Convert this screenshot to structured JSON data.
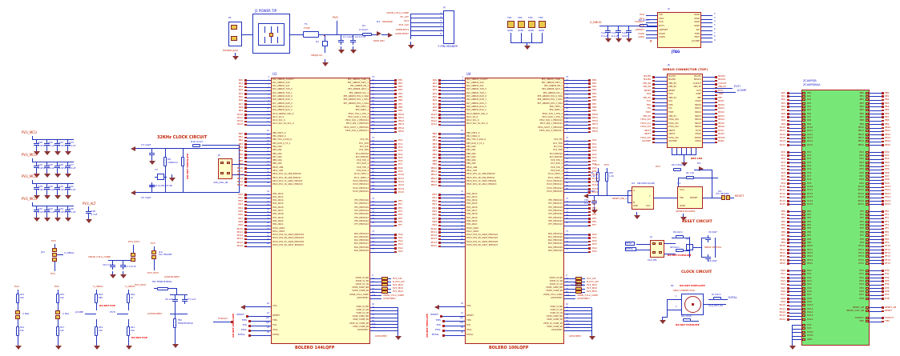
{
  "colors": {
    "wire_blue": "#2233bb",
    "component_red": "#aa2222",
    "ic_fill": "#ffffc8",
    "socket_green": "#77e877",
    "net_label_red": "#c22000",
    "text_blue": "#1111cc",
    "pin_text_maroon": "#7a1515",
    "gnd_brown": "#8b3333",
    "dnp_red": "#ee0000"
  },
  "power_input": {
    "p1_ref": "P1",
    "p1_label": "POWER JACK",
    "j1_ref": "J1",
    "j1_label": "POWER TIP",
    "fuse_ref": "F1",
    "fuse_label": "FUSE",
    "d1_ref": "D1",
    "d1_part": "SMAJ5.0A",
    "net_pv5": "PV5",
    "c1_ref": "C1",
    "c1_val": "10uF",
    "c2_ref": "C2",
    "c2_val": "0.1uF",
    "r1_ref": "R1",
    "r1_val": "0.0ohm",
    "d2_ref": "D2",
    "d2_color": "ORANGE",
    "d2_label": "PWR LED"
  },
  "header_j2": {
    "ref": "J2",
    "label": "7-PIN HEADER",
    "nets": [
      "VDDR_CTLA_CORE",
      "PV_ALT",
      "PV3",
      "PV3_ALT",
      "VDDR3PV3",
      "AVDD3PPLY"
    ]
  },
  "testpoints": {
    "refs": [
      "TP1",
      "TP2",
      "TP3",
      "TP4"
    ],
    "nets": [
      "GND",
      "GND",
      "GND",
      "GND"
    ]
  },
  "jtag": {
    "net": "V_DBUG",
    "caps": [
      [
        "C12",
        "0.1uF"
      ],
      [
        "C13",
        "0.1uF"
      ],
      [
        "C14",
        "10uF"
      ]
    ],
    "r2_ref": "R2",
    "r2_val": "0ohm",
    "ref": "J3",
    "label": "JTAG",
    "left_nets": [
      "PC0",
      "PC1",
      "TCKOUT",
      "EVTI",
      "uRESET",
      "VSUP",
      "uSDS",
      ""
    ],
    "left_pins": [
      "TDI",
      "TDO",
      "TCK",
      "EVTI",
      "uRESET",
      "VSUP",
      "uSDS",
      ""
    ],
    "right_pins": [
      "GND",
      "GND",
      "GND",
      "GND",
      "NC",
      "TMS",
      "TDIS",
      "JCOMP"
    ]
  },
  "debug_connector": {
    "ref": "J6",
    "title": "DEBUG CONNECTOR (TOP)",
    "left_pins": [
      "MSVE0",
      "MSVE0",
      "VEN_E0",
      "VEN_E2",
      "RESET",
      "TDO",
      "VEN_E1",
      "TCK",
      "TMS",
      "TDI",
      "TRST",
      "VEN_E1",
      "TDOL_IO0",
      "TDOL_IO1",
      "TDOL_IO2",
      "UBATT",
      "UBATT",
      "TDOL_IO0",
      "VALTREF"
    ],
    "right_pins": [
      "MSVE1",
      "MSVD1",
      "CLKOUT",
      "VEN_E3",
      "EVTI",
      "VREF",
      "REF",
      "MOST",
      "MDO0",
      "MDO1",
      "MDO2",
      "MDO3",
      "MDO4",
      "MDO5",
      "MDO6",
      "EVTO",
      "MCKO",
      "MOSI0",
      "MSEO"
    ],
    "blue_nets": [
      "EVTI",
      "JCOMP"
    ]
  },
  "reset_circuit": {
    "title": "RESET CIRCUIT",
    "pullup_nets": [
      "PV3",
      "PV3"
    ],
    "r3": [
      "R3",
      "1.2K"
    ],
    "r10": [
      "R10",
      "1.2K"
    ],
    "reset_net": "RESET",
    "c30": [
      "C30",
      "0.1uF"
    ],
    "net_mr": "RESET_MR_2",
    "u2_ref": "U2",
    "u2_part": "SN74LVC1G08",
    "u2_pins": [
      "A",
      "B",
      "Y",
      "GND",
      "VCC"
    ],
    "u3_ref": "U3",
    "u3_part": "ADM6315CYARTZ",
    "u3_pins": [
      "VCC",
      "MR",
      "RESET",
      "GND"
    ],
    "led_title": "RED LED",
    "d3_ref": "D3",
    "r12": [
      "R12",
      "330ohm"
    ],
    "r4": [
      "R4",
      "1.2K"
    ],
    "j11_ref": "J11",
    "j11_label": "2x1 HEADER",
    "out_net": "RESET",
    "pv3": "PV3"
  },
  "clock_circuit": {
    "title": "CLOCK CIRCUIT",
    "nets": [
      "XTAL",
      "EXTAL"
    ],
    "j4_ref": "J4",
    "j4_label": "CLK_EN",
    "r6": [
      "R6",
      "0ohm"
    ],
    "r8": [
      "R8",
      "0ohm"
    ],
    "r8_dnp": "DO NOT POPULATE",
    "y1_ref": "Y1",
    "y1_part": "8MHZ CRYSTAL",
    "c8": [
      "C8",
      "20pF"
    ],
    "c9": [
      "C9",
      "20pF"
    ]
  },
  "sma": {
    "ref": "P2",
    "dnp": "DO NOT POPULATE",
    "label": "SMA CONNECTOR",
    "r11": [
      "R11",
      "0ohm"
    ],
    "r11_dnp": "DO NOT POPULATE",
    "r7": [
      "R7",
      "0ohm"
    ],
    "net": "CLK_EXT_IN",
    "out": "EXTAL"
  },
  "osc32k": {
    "title": "32KHz CLOCK CIRCUIT",
    "c3": [
      "C3",
      "10pF"
    ],
    "c5": [
      "C5",
      "10pF"
    ],
    "r5": [
      "R5",
      "10Mohm"
    ],
    "y2_ref": "Y2",
    "y2_part": "32KHZ CL9H-DT-38",
    "r16": [
      "R16",
      "0ohm"
    ],
    "dnp": "DO NOT POPULATE",
    "j5_ref": "J5",
    "j5_label": "32K_OSC_IN"
  },
  "cap_banks": {
    "rows": [
      {
        "net": "PV3_MCU",
        "caps": [
          [
            "C20",
            "0.47uF"
          ],
          [
            "C21",
            "0.1uF"
          ],
          [
            "C22",
            "0.47uF"
          ],
          [
            "C23",
            "0.1uF"
          ]
        ]
      },
      {
        "net": "PV3_MCU",
        "caps": [
          [
            "C24",
            "0.47uF"
          ],
          [
            "C25",
            "0.1uF"
          ],
          [
            "C26",
            "0.47uF"
          ],
          [
            "C27",
            "0.1uF"
          ]
        ]
      },
      {
        "net": "PV3_MCU",
        "caps": [
          [
            "C28",
            "0.47uF"
          ],
          [
            "C29",
            "0.1uF"
          ],
          [
            "C30",
            "0.47uF"
          ],
          [
            "C31",
            "0.1uF"
          ]
        ]
      },
      {
        "net": "PV3_MCU",
        "caps": [
          [
            "C32",
            "0.47uF"
          ],
          [
            "C33",
            "0.1uF"
          ],
          [
            "C34",
            "0.47uF"
          ],
          [
            "C35",
            "0.1uF"
          ]
        ]
      }
    ],
    "extra": {
      "net": "PV3_ALT",
      "cap": [
        "C36",
        "4.7uF"
      ]
    }
  },
  "power_misc": {
    "jp1": {
      "top": "PV5",
      "ref": "JP1",
      "mid": "V_DBUG",
      "bottom": "PV3"
    },
    "core": {
      "net": "VDDR_CTLA_CORE",
      "caps": [
        [
          "C10",
          "4.7uF"
        ],
        [
          "C11",
          "0.47uF"
        ]
      ],
      "top": "PV3_MCU"
    },
    "j14": {
      "ref": "J14",
      "label": "2x1 HEADER",
      "top": "PV3",
      "bottom": "PV3_MCU"
    },
    "div1": {
      "top": "PV3",
      "rt": [
        "R13",
        "10k"
      ],
      "tap": "2  PA0",
      "rb": [
        "R14",
        "10k"
      ]
    },
    "div2": {
      "top": "PV5",
      "rt": [
        "R15",
        "10k"
      ],
      "tap": "2  PA1",
      "rb": [
        "R17",
        "10k"
      ]
    },
    "pull1": {
      "top": "V_DBUG",
      "rt": [
        "R18",
        "680"
      ],
      "dnp": "DO NOT POP",
      "mid": "JCOMP",
      "rb": [
        "R19",
        "10k"
      ]
    },
    "pull2": {
      "top": "V_DBUG",
      "rt": [
        "R20",
        "1k"
      ],
      "mid": "EVTI",
      "rb": [
        "R21",
        "10k"
      ],
      "dnp": "DO NOT POP"
    },
    "analog": {
      "top": "PV3_MCU",
      "fb1": [
        "FB1",
        "FERRITE BEAD"
      ],
      "avdd": "AVDDSUPPLY",
      "caps": [
        [
          "C6",
          "1uF"
        ],
        [
          "C7",
          "0.1uF"
        ]
      ],
      "avss": "AVSSSUPPLY",
      "fb2": [
        "FB2",
        "FERRITE BEAD"
      ]
    },
    "tckout": "TCKOUT"
  },
  "mcu_pins": {
    "pa": [
      "PA0_ABRD0_CLKOUT",
      "PA1_ABRD0_XA0",
      "PA2_ABRD0_XA1",
      "PA3_ABRD0_TXD_0",
      "PA4_ABRD0_TXD_1",
      "PA5_ABRD0_RXD_0",
      "PA6_ABRD0_RXD_1",
      "PA7_ABRD0_RXD_2",
      "PA8_ABRD0_RXA_0",
      "PA9_ABRD0_RXA_1",
      "PA10_ABRD0_SDA_0",
      "PA11_RX_0",
      "PA12_SCL_0",
      "PA13_SCL_SV_SCL_0"
    ],
    "pb": [
      "PB0_CNTX_0",
      "PB1_CNRX_0",
      "PB2_TXD_0_RXA_0",
      "PB3_RXD_0_TX_1",
      "PB4_AN0",
      "PB5_AN1",
      "PB6_AN2",
      "PB7_AN3",
      "PB8_AN4",
      "PB9_AN5",
      "PB10_AN6",
      "PB11_AN7",
      "PB12_PCS_1A_AN8_EMIOS0",
      "PB13_PCS_1B_AN9_EMIOS1",
      "PB14_PCS_1C_AN10_EMIOS2",
      "PB15_PCS_1D_AN11_EMIOS3"
    ],
    "pd": [
      "PD0_AN12",
      "PD1_AN13",
      "PD2_AN14",
      "PD3_AN15",
      "PD4_AN16",
      "PD5_AN17",
      "PD6_AN18",
      "PD7_AN19",
      "PD8_AN20",
      "PD9_AN21",
      "PD10_AN22",
      "PD11_AN23",
      "PD12_PCS_5A_AN24_EMIOS24",
      "PD13_PCS_5B_AN25_EMIOS25",
      "PD14_PCS_5C_AN26_EMIOS26",
      "PD15_PCS_5D_AN27_EMIOS27"
    ],
    "pe": [
      "PE0_ABRD8_CS0B_1",
      "PE1_ABRD8_CNTL_1",
      "PE2_ABRD8_EN_1",
      "PE3_ABRD8_ADLT_1",
      "PE4_ABRD8_SCL_1",
      "PE5_ABRD8_PCS_0_MA0",
      "PE6_ABRD8_PCS_1_MA1",
      "PE7_ABRD8_PCS_2_MA2",
      "PE8_CNTX_1",
      "PE9_CNRX_1",
      "PE10_TXD_1_PCS_3",
      "PE11_RXD_1_PCS_4",
      "PE12_SCK_1_EMIOS14",
      "PE13_SIN_1_EMIOS15",
      "PE14_SOUT_1_EMIOS16",
      "PE15_SCK_2_EMIOS17"
    ],
    "pc": [
      "PC0_TDI",
      "PC1_TDO",
      "PC2_TCK",
      "PC3_TMS",
      "PC4_EMIOS4",
      "PC5_EMIOS5",
      "PC6_TXD_2",
      "PC7_RXD_2",
      "PC8_TXD_3",
      "PC9_RXD_3",
      "PC10_CNTX_2",
      "PC11_CNRX_2",
      "PC12_EMIOS12",
      "PC13_EMIOS13",
      "PC14_EMIOS14",
      "PC15_EMIOS15"
    ],
    "pf": [
      "PF0_EMIOS16",
      "PF1_EMIOS17",
      "PF2_EMIOS18",
      "PF3_EMIOS19",
      "PF4_EMIOS20",
      "PF5_EMIOS21",
      "PF6_EMIOS22",
      "PF7_EMIOS23"
    ],
    "pg": [
      "PG0_EMIOS24",
      "PG1_EMIOS25",
      "PG2_EMIOS26",
      "PG3_EMIOS27",
      "PG4_EMIOS28",
      "PG5_EMIOS29"
    ],
    "bottom_left": {
      "vss": "VSS",
      "reset": "RESET",
      "tms": "TMS",
      "tck": "TCK",
      "xtal": "XTAL",
      "extal": "EXTAL"
    },
    "vdd_names": [
      "VDDE_IO_NB",
      "VDDE_IO_SB",
      "VDDE_IO_CB",
      "VDDE_CORE_NB",
      "VDDE_CORE_SB",
      "VDDR_CTLA_CORE",
      "AVDD3PPLY"
    ],
    "vdd_nets": [
      "PV3_ALT",
      "B_PV3_ALT",
      "PV3_MCU",
      "PV3_MCU",
      "PV3_MCU",
      "VDDR_CTLA_CORE",
      "AVDD3PPLY"
    ],
    "vss_names": [
      "VSSE_IO_NB",
      "VSSE_IO_SB",
      "VSSE_IO_CB",
      "VSSE_CORE_NB",
      "VSSE_CORE_SB",
      "VSSE_IO_CORE_SB",
      "VSSE_CORE_SB",
      "AVSS3PPLY"
    ],
    "avss_net": "AVSS3PPLY",
    "dnp_note": "DO NOT POPULATE"
  },
  "mcu1": {
    "ref": "U1",
    "title": "BOLERO 144LQFP"
  },
  "mcu2": {
    "ref": "U4",
    "title": "BOLERO 100LQFP",
    "j10_ref": "J10",
    "j10_label": "2x1 HEADER"
  },
  "breakout": {
    "part_line1": "ZCA6PGB",
    "part_line2": "ZCA6PGBAA",
    "left_ports": [
      {
        "prefix": "PA",
        "count": 16
      },
      {
        "prefix": "PC",
        "count": 16
      },
      {
        "prefix": "PE",
        "count": 16
      },
      {
        "prefix": "PG",
        "count": 15
      }
    ],
    "right_ports": [
      {
        "prefix": "PB",
        "count": 16
      },
      {
        "prefix": "PD",
        "count": 16
      },
      {
        "prefix": "PF",
        "count": 16
      },
      {
        "prefix": "PH",
        "count": 9
      }
    ],
    "right_extras": [
      {
        "pin": "RESET_AB",
        "net": "RESET_AB"
      },
      {
        "pin": "RESET_OUT_AB",
        "net": "RESET"
      },
      {
        "pin": "TCKOUT",
        "net": "TCKOUT"
      },
      {
        "pin": "TMS",
        "net": "TMS"
      }
    ],
    "power_pins": [
      "PV5",
      "PV3",
      "PVD3",
      "PVD5",
      "GND"
    ]
  }
}
